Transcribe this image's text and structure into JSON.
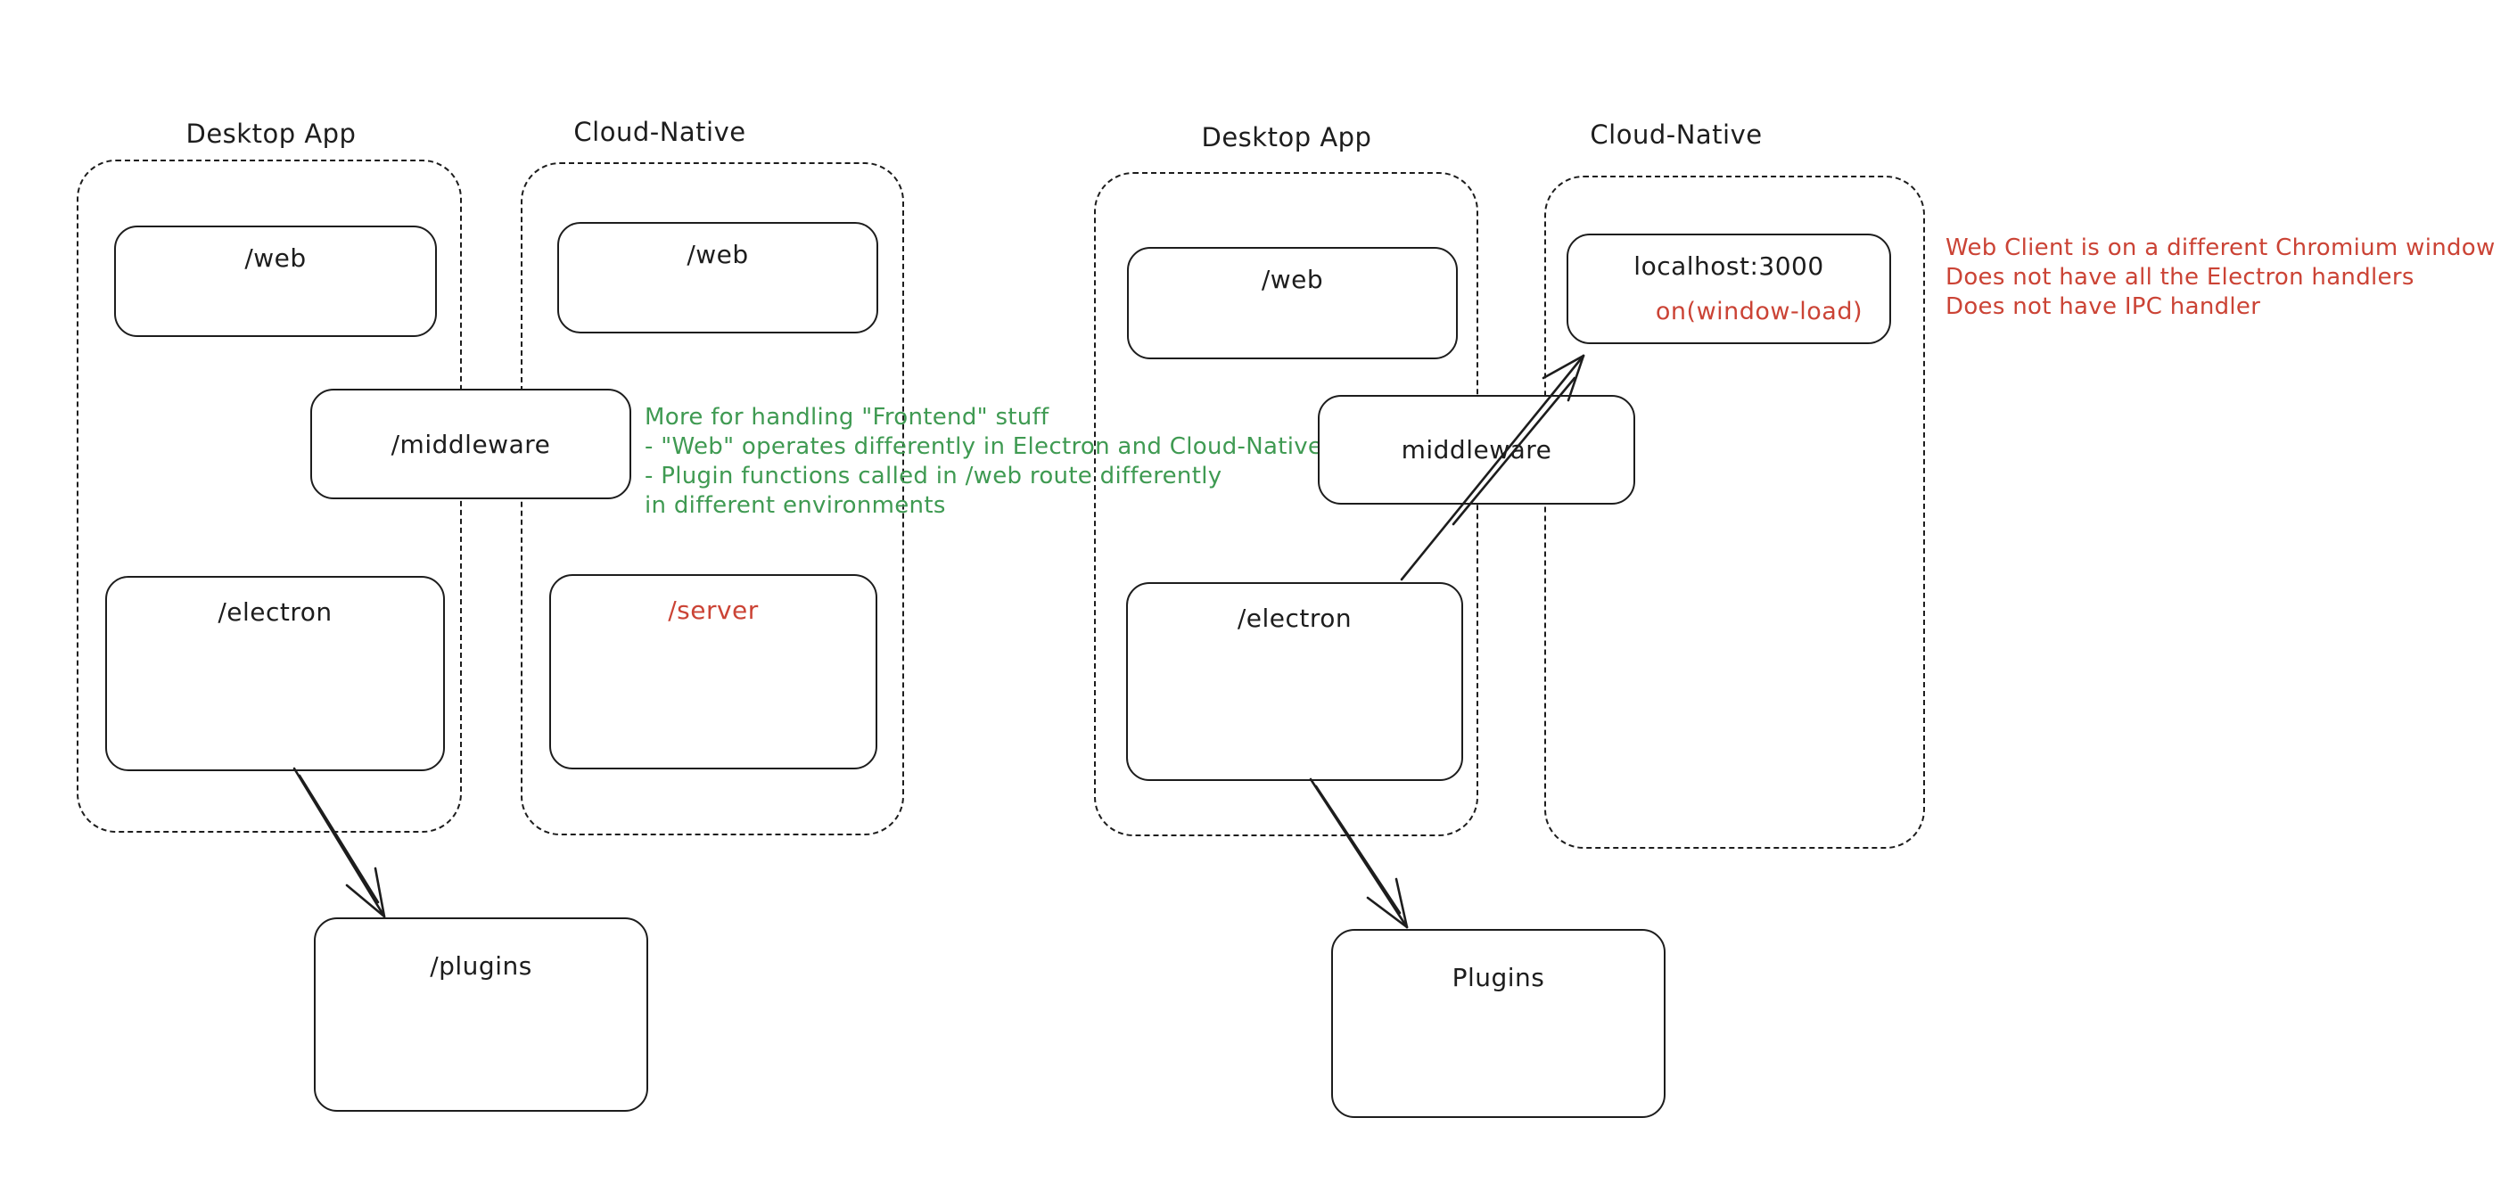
{
  "colors": {
    "ink": "#1d1d1d",
    "green": "#3f9a52",
    "red": "#cb4335",
    "background": "#ffffff"
  },
  "left_diagram": {
    "desktop_title": "Desktop App",
    "cloud_title": "Cloud-Native",
    "web_desktop": "/web",
    "web_cloud": "/web",
    "middleware": "/middleware",
    "electron": "/electron",
    "server": "/server",
    "plugins": "/plugins",
    "note": {
      "lines": [
        "More for handling \"Frontend\" stuff",
        "- \"Web\" operates differently in Electron and Cloud-Native",
        "- Plugin functions called in /web route differently",
        "in different environments"
      ]
    }
  },
  "right_diagram": {
    "desktop_title": "Desktop App",
    "cloud_title": "Cloud-Native",
    "web": "/web",
    "middleware": "middleware",
    "electron": "/electron",
    "localhost": "localhost:3000",
    "window_load": "on(window-load)",
    "plugins": "Plugins",
    "note": {
      "lines": [
        "Web Client is on a different Chromium window",
        "Does not have all the Electron handlers",
        "Does not have IPC handler"
      ]
    }
  }
}
